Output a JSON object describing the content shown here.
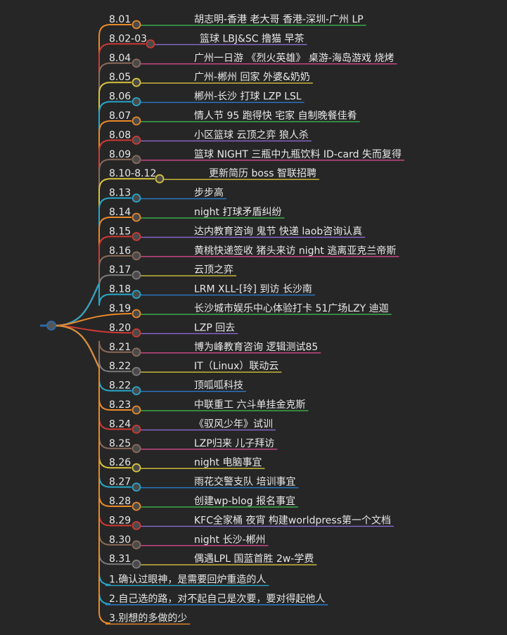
{
  "root_color": "#2c6aa8",
  "palette": [
    "#e8892a",
    "#cc3a34",
    "#8a6a58",
    "#d7c33f",
    "#2aa6c9",
    "#e8892a",
    "#cc3a34",
    "#8a6a58",
    "#d7c33f",
    "#2aa6c9",
    "#e8892a",
    "#cc3a34",
    "#8a6a58",
    "#7a7a7a",
    "#2aa6c9",
    "#e8892a",
    "#cc3a34",
    "#8a6a58",
    "#7a7a7a",
    "#2aa6c9",
    "#e8892a",
    "#cc3a34",
    "#8a6a58",
    "#d7c33f",
    "#2aa6c9",
    "#e8892a",
    "#cc3a34",
    "#8a6a58",
    "#7a7a7a",
    "#2aa6c9",
    "#2aa6c9",
    "#e8892a"
  ],
  "underline_palette": [
    "#3aa84a",
    "#8a6ad0",
    "#d34a8c",
    "#d7c33f",
    "#2c7ac9",
    "#3aa84a",
    "#8a6ad0",
    "#d34a8c",
    "#d7c33f",
    "#2c7ac9",
    "#3aa84a",
    "#8a6ad0",
    "#d34a8c",
    "#d7c33f",
    "#2c7ac9",
    "#3aa84a",
    "#8a6ad0",
    "#d34a8c",
    "#d7c33f",
    "#2c7ac9",
    "#3aa84a",
    "#8a6ad0",
    "#d34a8c",
    "#d7c33f",
    "#2c7ac9",
    "#3aa84a",
    "#8a6ad0",
    "#d34a8c",
    "#d7c33f",
    "#2c7ac9"
  ],
  "entries": [
    {
      "date": "8.01",
      "text": "胡志明-香港 老大哥 香港-深圳-广州 LP"
    },
    {
      "date": "8.02-03",
      "text": "篮球 LBJ&SC 撸猫 早茶"
    },
    {
      "date": "8.04",
      "text": "广州一日游 《烈火英雄》 桌游-海岛游戏 烧烤"
    },
    {
      "date": "8.05",
      "text": "广州-郴州 回家 外婆&奶奶"
    },
    {
      "date": "8.06",
      "text": "郴州-长沙 打球 LZP LSL"
    },
    {
      "date": "8.07",
      "text": "情人节 95 跑得快 宅家 自制晚餐佳肴"
    },
    {
      "date": "8.08",
      "text": "小区篮球 云顶之弈 狼人杀"
    },
    {
      "date": "8.09",
      "text": "篮球 NIGHT 三瓶中九瓶饮料 ID-card 失而复得"
    },
    {
      "date": "8.10-8.12",
      "text": "更新简历 boss 智联招聘"
    },
    {
      "date": "8.13",
      "text": "步步高"
    },
    {
      "date": "8.14",
      "text": "night 打球矛盾纠纷"
    },
    {
      "date": "8.15",
      "text": "达内教育咨询 鬼节 快递 laob咨询认真"
    },
    {
      "date": "8.16",
      "text": "黄桃快递签收 猪头来访 night 逃离亚克兰帝斯"
    },
    {
      "date": "8.17",
      "text": "云顶之弈"
    },
    {
      "date": "8.18",
      "text": "LRM XLL-[玲] 到访 长沙南"
    },
    {
      "date": "8.19",
      "text": "长沙城市娱乐中心体验打卡 51广场LZY 迪迦"
    },
    {
      "date": "8.20",
      "text": "LZP 回去"
    },
    {
      "date": "8.21",
      "text": "博为峰教育咨询 逻辑测试85"
    },
    {
      "date": "8.22",
      "text": "IT（Linux）联动云"
    },
    {
      "date": "8.22",
      "text": "顶呱呱科技"
    },
    {
      "date": "8.23",
      "text": "中联重工 六斗单挂金克斯"
    },
    {
      "date": "8.24",
      "text": "《驭风少年》试训"
    },
    {
      "date": "8.25",
      "text": "LZP归来 儿子拜访"
    },
    {
      "date": "8.26",
      "text": "night 电脑事宜"
    },
    {
      "date": "8.27",
      "text": "雨花交警支队 培训事宜"
    },
    {
      "date": "8.28",
      "text": "创建wp-blog 报名事宜"
    },
    {
      "date": "8.29",
      "text": "KFC全家桶 夜宵 构建worldpress第一个文档"
    },
    {
      "date": "8.30",
      "text": "night 长沙-郴州"
    },
    {
      "date": "8.31",
      "text": "偶遇LPL 国蓝首胜 2w-学费"
    }
  ],
  "notes": [
    "1.确认过眼神，是需要回炉重造的人",
    "2.自己选的路，对不起自己是次要，要对得起他人",
    "3.别想的多做的少"
  ]
}
